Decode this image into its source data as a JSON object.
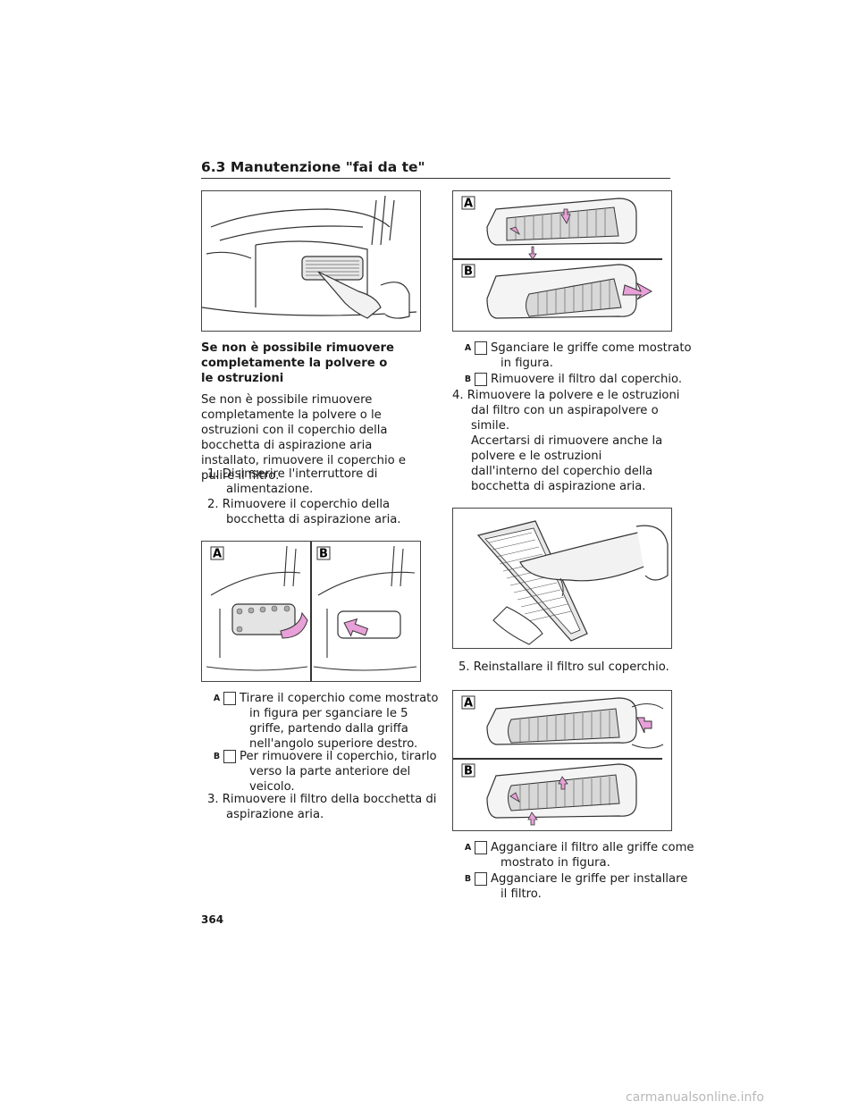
{
  "header": {
    "title": "6.3  Manutenzione \"fai da te\""
  },
  "left": {
    "heading": "Se non è possibile rimuovere completamente la polvere o le ostruzioni",
    "intro": "Se non è possibile rimuovere completamente la polvere o le ostruzioni con il coperchio della bocchetta di aspirazione aria installato, rimuovere il coperchio e pulire il filtro.",
    "step1": "1. Disinserire l'interruttore di alimentazione.",
    "step2": "2. Rimuovere il coperchio della bocchetta di aspirazione aria.",
    "fig2_label_a": "A",
    "fig2_label_b": "B",
    "sub_a_label": "A",
    "sub_a_text": "Tirare il coperchio come mostrato in figura per sganciare le 5 griffe, partendo dalla griffa nell'angolo superiore destro.",
    "sub_b_label": "B",
    "sub_b_text": "Per rimuovere il coperchio, tirarlo verso la parte anteriore del veicolo.",
    "step3": "3. Rimuovere il filtro della bocchetta di aspirazione aria."
  },
  "right": {
    "fig3_label_a": "A",
    "fig3_label_b": "B",
    "sub1_a_label": "A",
    "sub1_a_text": "Sganciare le griffe come mostrato in figura.",
    "sub1_b_label": "B",
    "sub1_b_text": "Rimuovere il filtro dal coperchio.",
    "step4": "4. Rimuovere la polvere e le ostruzioni dal filtro con un aspirapolvere o simile.",
    "step4_note": "Accertarsi di rimuovere anche la polvere e le ostruzioni dall'interno del coperchio della bocchetta di aspirazione aria.",
    "step5": "5. Reinstallare il filtro sul coperchio.",
    "fig5_label_a": "A",
    "fig5_label_b": "B",
    "sub2_a_label": "A",
    "sub2_a_text": "Agganciare il filtro alle griffe come mostrato in figura.",
    "sub2_b_label": "B",
    "sub2_b_text": "Agganciare le griffe per installare il filtro."
  },
  "page_number": "364",
  "watermark": "carmanualsonline.info",
  "colors": {
    "arrow": "#e8a0d8",
    "line": "#333333"
  }
}
